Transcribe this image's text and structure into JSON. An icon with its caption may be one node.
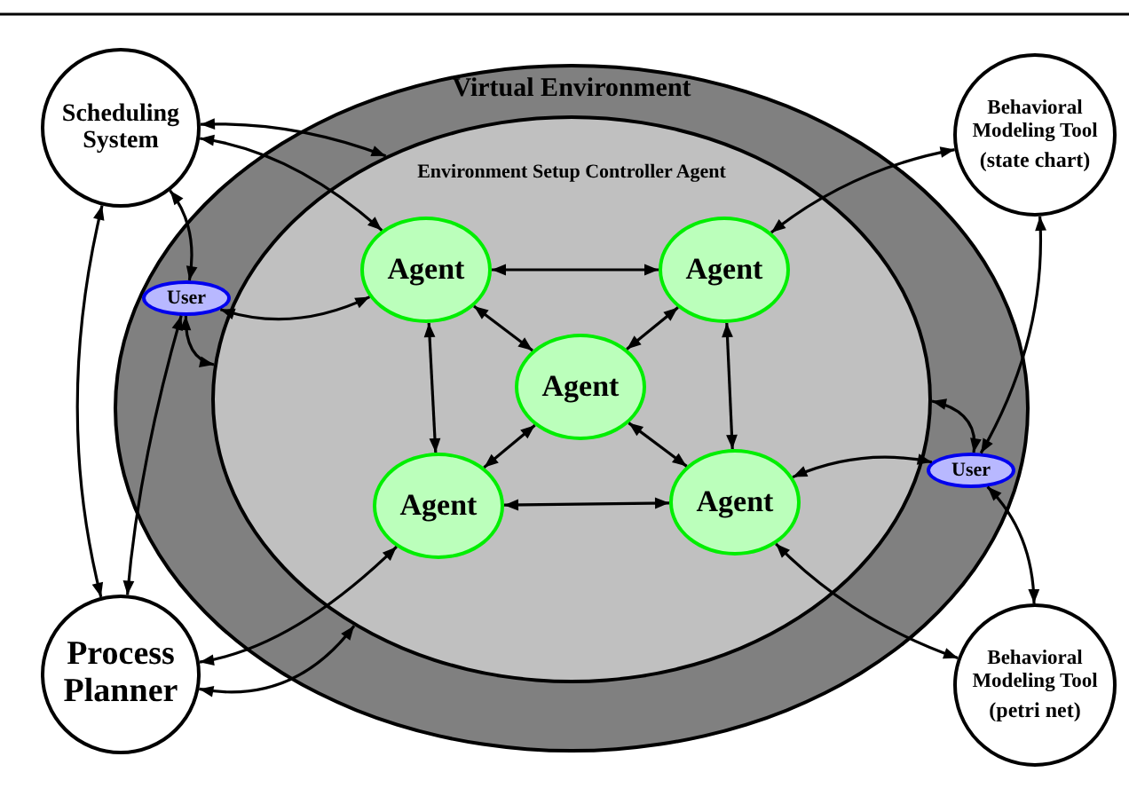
{
  "diagram": {
    "nodes": [
      {
        "text": [
          "Scheduling System"
        ]
      },
      {
        "text": [
          "Virtual Environment"
        ]
      },
      {
        "text": [
          "Environment Setup Controller Agent"
        ],
        "in": 1
      },
      {
        "text": [
          "Behavioral Modeling Tool",
          "(state chart)"
        ]
      },
      {
        "text": [
          "User"
        ],
        "in": 1
      },
      {
        "text": [
          "Agent"
        ],
        "in": 2
      },
      {
        "text": [
          "Agent"
        ],
        "in": 2
      },
      {
        "text": [
          "Agent"
        ],
        "in": 2
      },
      {
        "text": [
          "Agent"
        ],
        "in": 2
      },
      {
        "text": [
          "Agent"
        ],
        "in": 2
      },
      {
        "text": [
          "User"
        ],
        "in": 1
      },
      {
        "text": [
          "Process Planner"
        ]
      },
      {
        "text": [
          "Behavioral Modeling Tool",
          "(petri net)"
        ]
      }
    ],
    "edges": [
      {
        "from": 0,
        "to": 2,
        "arrow": "both"
      },
      {
        "from": 0,
        "to": 5,
        "arrow": "both"
      },
      {
        "from": 0,
        "to": 4,
        "arrow": "both"
      },
      {
        "from": 0,
        "to": 11,
        "arrow": "both"
      },
      {
        "from": 4,
        "to": 11,
        "arrow": "both"
      },
      {
        "from": 4,
        "to": 2,
        "arrow": "both"
      },
      {
        "from": 4,
        "to": 5,
        "arrow": "both"
      },
      {
        "from": 5,
        "to": 6,
        "arrow": "both"
      },
      {
        "from": 5,
        "to": 7,
        "arrow": "both"
      },
      {
        "from": 6,
        "to": 7,
        "arrow": "both"
      },
      {
        "from": 5,
        "to": 8,
        "arrow": "both"
      },
      {
        "from": 6,
        "to": 9,
        "arrow": "both"
      },
      {
        "from": 7,
        "to": 8,
        "arrow": "both"
      },
      {
        "from": 7,
        "to": 9,
        "arrow": "both"
      },
      {
        "from": 8,
        "to": 9,
        "arrow": "both"
      },
      {
        "from": 6,
        "to": 3,
        "arrow": "both"
      },
      {
        "from": 3,
        "to": 10,
        "arrow": "both"
      },
      {
        "from": 10,
        "to": 2,
        "arrow": "both"
      },
      {
        "from": 10,
        "to": 9,
        "arrow": "both"
      },
      {
        "from": 10,
        "to": 12,
        "arrow": "both"
      },
      {
        "from": 9,
        "to": 12,
        "arrow": "both"
      },
      {
        "from": 8,
        "to": 11,
        "arrow": "both"
      },
      {
        "from": 11,
        "to": 2,
        "arrow": "both"
      }
    ]
  }
}
